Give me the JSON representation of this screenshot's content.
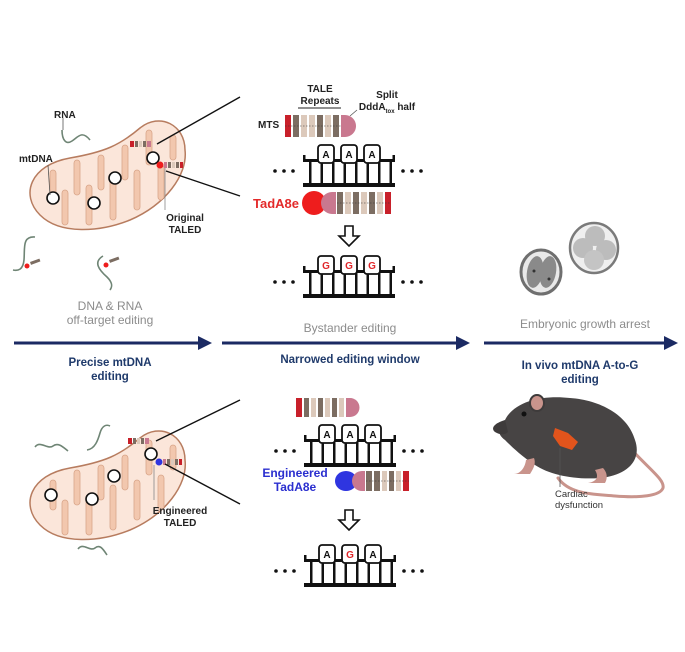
{
  "colors": {
    "arrow_navy": "#1b2a63",
    "mito_fill": "#fbe6da",
    "mito_outline": "#b77c5f",
    "cristae": "#f2c7ae",
    "mts_red": "#c8202a",
    "tale_dark": "#7c6d62",
    "tale_light": "#dcc9bb",
    "ddda_pink": "#c9788f",
    "tada_red": "#ee1d1d",
    "tada_blue": "#2f35e0",
    "rna_green": "#6f8575",
    "mouse_body": "#474444",
    "mouse_pink": "#c9948c",
    "heart_orange": "#e2541c",
    "edit_red": "#e0262a"
  },
  "top": {
    "rna_label": "RNA",
    "mtdna_label": "mtDNA",
    "original_taled_line1": "Original",
    "original_taled_line2": "TALED",
    "tale_repeats_line1": "TALE",
    "tale_repeats_line2": "Repeats",
    "split_line1": "Split",
    "split_ddda": "DddA",
    "split_sub": "tox",
    "split_half": "half",
    "mts_label": "MTS",
    "tada_label": "TadA8e",
    "top_bases": [
      "A",
      "A",
      "A"
    ],
    "result_bases": [
      "G",
      "G",
      "G"
    ]
  },
  "problems": {
    "left_line1": "DNA & RNA",
    "left_line2": "off-target editing",
    "middle": "Bystander editing",
    "right": "Embryonic growth arrest"
  },
  "solutions": {
    "left_line1": "Precise mtDNA",
    "left_line2": "editing",
    "middle": "Narrowed editing window",
    "right_line1": "In vivo mtDNA A-to-G",
    "right_line2": "editing"
  },
  "bottom": {
    "engineered_taled_line1": "Engineered",
    "engineered_taled_line2": "TALED",
    "engineered_tada_line1": "Engineered",
    "engineered_tada_line2": "TadA8e",
    "top_bases": [
      "A",
      "A",
      "A"
    ],
    "result_bases": [
      "A",
      "G",
      "A"
    ],
    "cardiac_line1": "Cardiac",
    "cardiac_line2": "dysfunction"
  }
}
